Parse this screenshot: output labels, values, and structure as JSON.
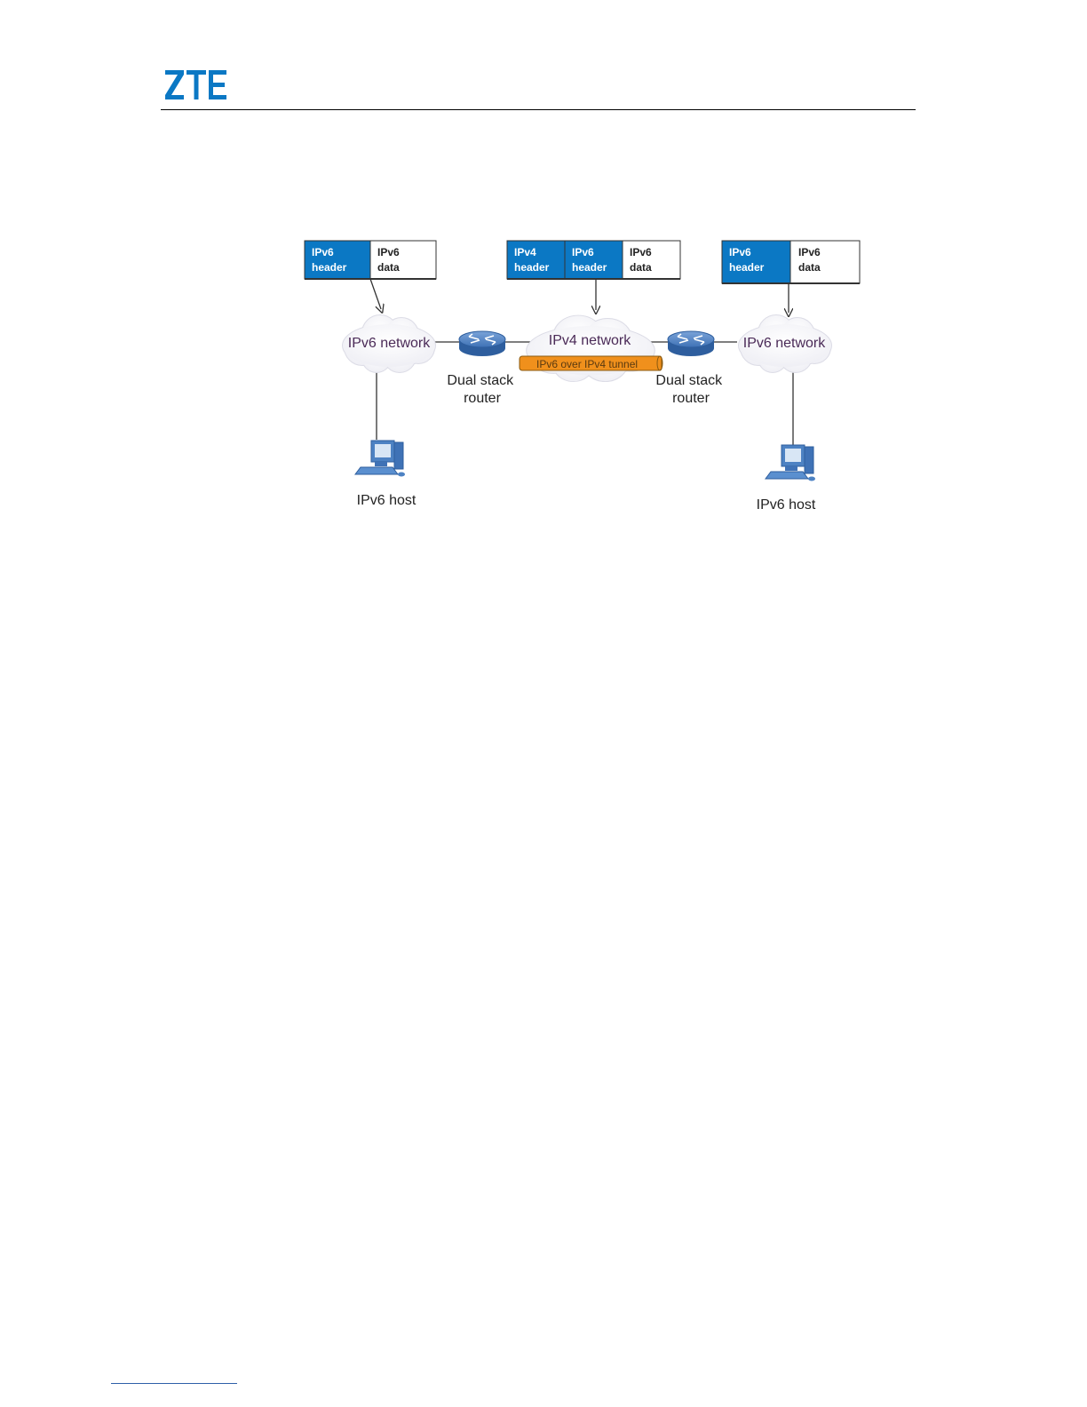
{
  "header": {
    "brand": "ZTE",
    "brand_color": "#0b78c4"
  },
  "colors": {
    "header_cell": "#0b78c4",
    "data_cell": "#ffffff",
    "tunnel": "#f0901c",
    "router": "#4d82c3"
  },
  "packets": {
    "left": {
      "cells": [
        {
          "line1": "IPv6",
          "line2": "header"
        },
        {
          "line1": "IPv6",
          "line2": "data"
        }
      ]
    },
    "middle": {
      "cells": [
        {
          "line1": "IPv4",
          "line2": "header"
        },
        {
          "line1": "IPv6",
          "line2": "header"
        },
        {
          "line1": "IPv6",
          "line2": "data"
        }
      ]
    },
    "right": {
      "cells": [
        {
          "line1": "IPv6",
          "line2": "header"
        },
        {
          "line1": "IPv6",
          "line2": "data"
        }
      ]
    }
  },
  "networks": {
    "left": "IPv6 network",
    "middle": "IPv4 network",
    "right": "IPv6 network",
    "tunnel": "IPv6 over IPv4 tunnel"
  },
  "routers": {
    "left": {
      "line1": "Dual stack",
      "line2": "router"
    },
    "right": {
      "line1": "Dual stack",
      "line2": "router"
    }
  },
  "hosts": {
    "left": "IPv6 host",
    "right": "IPv6 host"
  }
}
